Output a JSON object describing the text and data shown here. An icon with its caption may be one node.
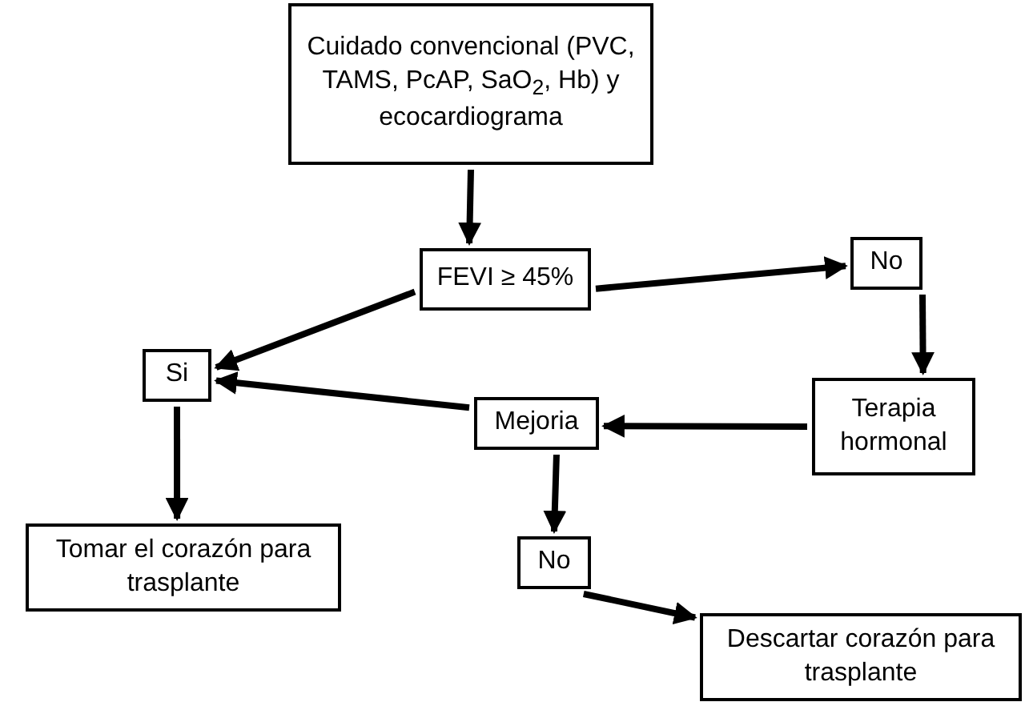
{
  "diagram": {
    "nodes": [
      {
        "text": [
          "Cuidado convencional (PVC, TAMS, PcAP, SaO$_{2}$, Hb) y ecocardiograma"
        ]
      },
      {
        "text": [
          "FEVI ≥ 45%"
        ]
      },
      {
        "text": [
          "No"
        ]
      },
      {
        "text": [
          "Si"
        ]
      },
      {
        "text": [
          "Terapia hormonal"
        ]
      },
      {
        "text": [
          "Mejoria"
        ]
      },
      {
        "text": [
          "Tomar el corazón para trasplante"
        ]
      },
      {
        "text": [
          "No"
        ]
      },
      {
        "text": [
          "Descartar corazón para trasplante"
        ]
      }
    ],
    "edges": [
      {
        "from": 0,
        "to": 1,
        "arrow": "to"
      },
      {
        "from": 1,
        "to": 2,
        "arrow": "to"
      },
      {
        "from": 1,
        "to": 3,
        "arrow": "to"
      },
      {
        "from": 2,
        "to": 4,
        "arrow": "to"
      },
      {
        "from": 4,
        "to": 5,
        "arrow": "to"
      },
      {
        "from": 5,
        "to": 3,
        "arrow": "to"
      },
      {
        "from": 3,
        "to": 6,
        "arrow": "to"
      },
      {
        "from": 5,
        "to": 7,
        "arrow": "to"
      },
      {
        "from": 7,
        "to": 8,
        "arrow": "to"
      }
    ]
  }
}
